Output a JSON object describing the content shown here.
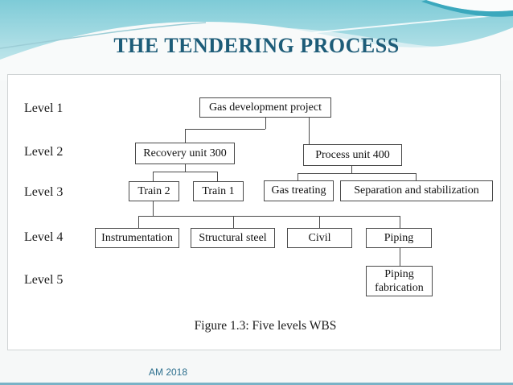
{
  "slide": {
    "title": "THE TENDERING PROCESS",
    "footer": "AM 2018"
  },
  "colors": {
    "title_text": "#1d5c78",
    "header_teal_top": "#7ecbd7",
    "header_teal_bottom": "#c3e7ec",
    "accent_swoosh": "#3ba8bd",
    "box_border": "#4a4a4a",
    "footer_text": "#2c6f8e",
    "bottom_bar": "#79b2c6"
  },
  "diagram": {
    "caption": "Figure 1.3: Five levels WBS",
    "levels": [
      {
        "label": "Level 1"
      },
      {
        "label": "Level 2"
      },
      {
        "label": "Level 3"
      },
      {
        "label": "Level 4"
      },
      {
        "label": "Level 5"
      }
    ],
    "boxes": [
      {
        "label": "Gas development project",
        "level": 1,
        "parent": null
      },
      {
        "label": "Recovery unit 300",
        "level": 2,
        "parent": "Gas development project"
      },
      {
        "label": "Process unit 400",
        "level": 2,
        "parent": "Gas development project"
      },
      {
        "label": "Train 2",
        "level": 3,
        "parent": "Recovery unit 300"
      },
      {
        "label": "Train 1",
        "level": 3,
        "parent": "Recovery unit 300"
      },
      {
        "label": "Gas treating",
        "level": 3,
        "parent": "Process unit 400"
      },
      {
        "label": "Separation and stabilization",
        "level": 3,
        "parent": "Process unit 400"
      },
      {
        "label": "Instrumentation",
        "level": 4,
        "parent": "Train 2"
      },
      {
        "label": "Structural steel",
        "level": 4,
        "parent": "Train 2"
      },
      {
        "label": "Civil",
        "level": 4,
        "parent": "Train 2"
      },
      {
        "label": "Piping",
        "level": 4,
        "parent": "Train 2"
      },
      {
        "label": "Piping fabrication",
        "level": 5,
        "parent": "Piping"
      }
    ]
  }
}
